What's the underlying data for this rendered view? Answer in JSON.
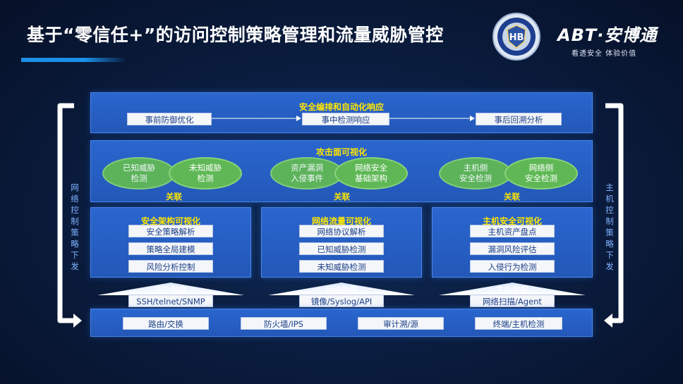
{
  "header": {
    "title": "基于“零信任+”的访问控制策略管理和流量威胁管控",
    "badge_icon": "security-badge-emblem",
    "logo_text": "ABT·安博通",
    "logo_slogan": "看透安全 体验价值"
  },
  "orchestration": {
    "title": "安全编排和自动化响应",
    "steps": [
      "事前防御优化",
      "事中检测响应",
      "事后回溯分析"
    ]
  },
  "attack_surface": {
    "title": "攻击面可视化",
    "pairs": [
      {
        "left": [
          "已知威胁",
          "检测"
        ],
        "right": [
          "未知威胁",
          "检测"
        ],
        "relation": "关联"
      },
      {
        "left": [
          "资产漏洞",
          "入侵事件"
        ],
        "right": [
          "网络安全",
          "基础架构"
        ],
        "relation": "关联"
      },
      {
        "left": [
          "主机侧",
          "安全检测"
        ],
        "right": [
          "网络侧",
          "安全检测"
        ],
        "relation": "关联"
      }
    ]
  },
  "columns": [
    {
      "title": "安全架构可视化",
      "items": [
        "安全策略解析",
        "策略全局建模",
        "风险分析控制"
      ],
      "source": [
        "拓扑数据",
        "SSH/telnet/SNMP"
      ]
    },
    {
      "title": "网络流量可视化",
      "items": [
        "网络协议解析",
        "已知威胁检测",
        "未知威胁检测"
      ],
      "source": [
        "网络数据",
        "镜像/Syslog/API"
      ]
    },
    {
      "title": "主机安全可视化",
      "items": [
        "主机资产盘点",
        "漏洞风险评估",
        "入侵行为检测"
      ],
      "source": [
        "主机数据",
        "网络扫描/Agent"
      ]
    }
  ],
  "infrastructure": {
    "items": [
      "路由/交换",
      "防火墙/IPS",
      "审计溯/源",
      "终端/主机检测"
    ]
  },
  "side_labels": {
    "left": "网络控制策略下发",
    "right": "主机控制策略下发"
  },
  "colors": {
    "panel": "#2a66cf",
    "highlight": "#ffe600",
    "ellipse": "#5fb855",
    "side_text": "#7fb2ff"
  }
}
